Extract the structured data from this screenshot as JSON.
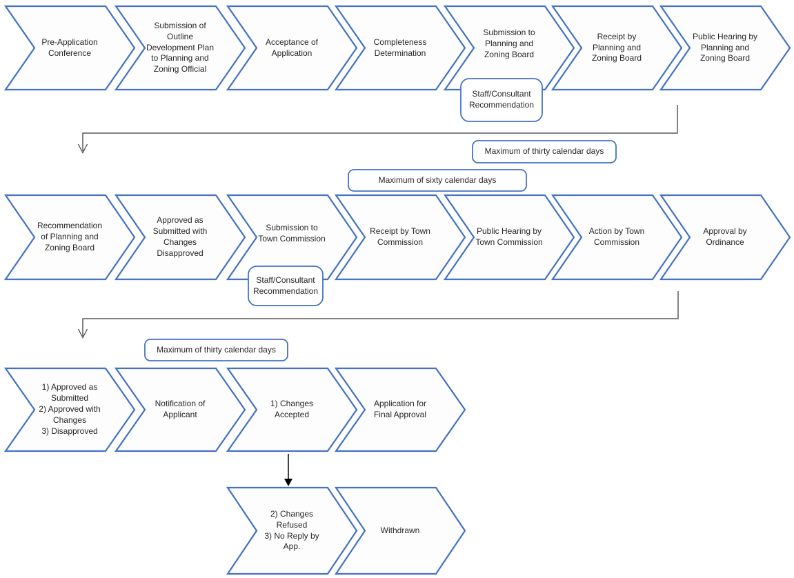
{
  "flowchart": {
    "steps": {
      "row1": [
        "Pre-Application Conference",
        "Submission of Outline Development Plan to Planning and Zoning Official",
        "Acceptance of Application",
        "Completeness Determination",
        "Submission to Planning and Zoning Board",
        "Receipt by Planning and Zoning Board",
        "Public Hearing by Planning and Zoning Board"
      ],
      "row2": [
        "Recommendation of Planning and Zoning Board",
        "Approved as Submitted with Changes Disapproved",
        "Submission to Town Commission",
        "Receipt by Town Commission",
        "Public Hearing by Town Commission",
        "Action by Town Commission",
        "Approval by Ordinance"
      ],
      "row3": [
        "1) Approved as Submitted\n2) Approved with Changes\n3) Disapproved",
        "Notification of Applicant",
        "1) Changes Accepted",
        "Application for Final Approval"
      ],
      "row4": [
        "2) Changes Refused\n3) No Reply by App.",
        "Withdrawn"
      ]
    },
    "callouts": {
      "staff_recommendation_1": "Staff/Consultant Recommendation",
      "staff_recommendation_2": "Staff/Consultant Recommendation",
      "max_thirty_days_1": "Maximum of thirty calendar days",
      "max_sixty_days": "Maximum of sixty calendar days",
      "max_thirty_days_2": "Maximum of thirty calendar days"
    },
    "colors": {
      "shape_outline": "#4472C4",
      "shape_fill": "#fdfdfe",
      "connector": "#595959",
      "black_arrow": "#000000",
      "text": "#262626",
      "background": "#ffffff"
    }
  }
}
